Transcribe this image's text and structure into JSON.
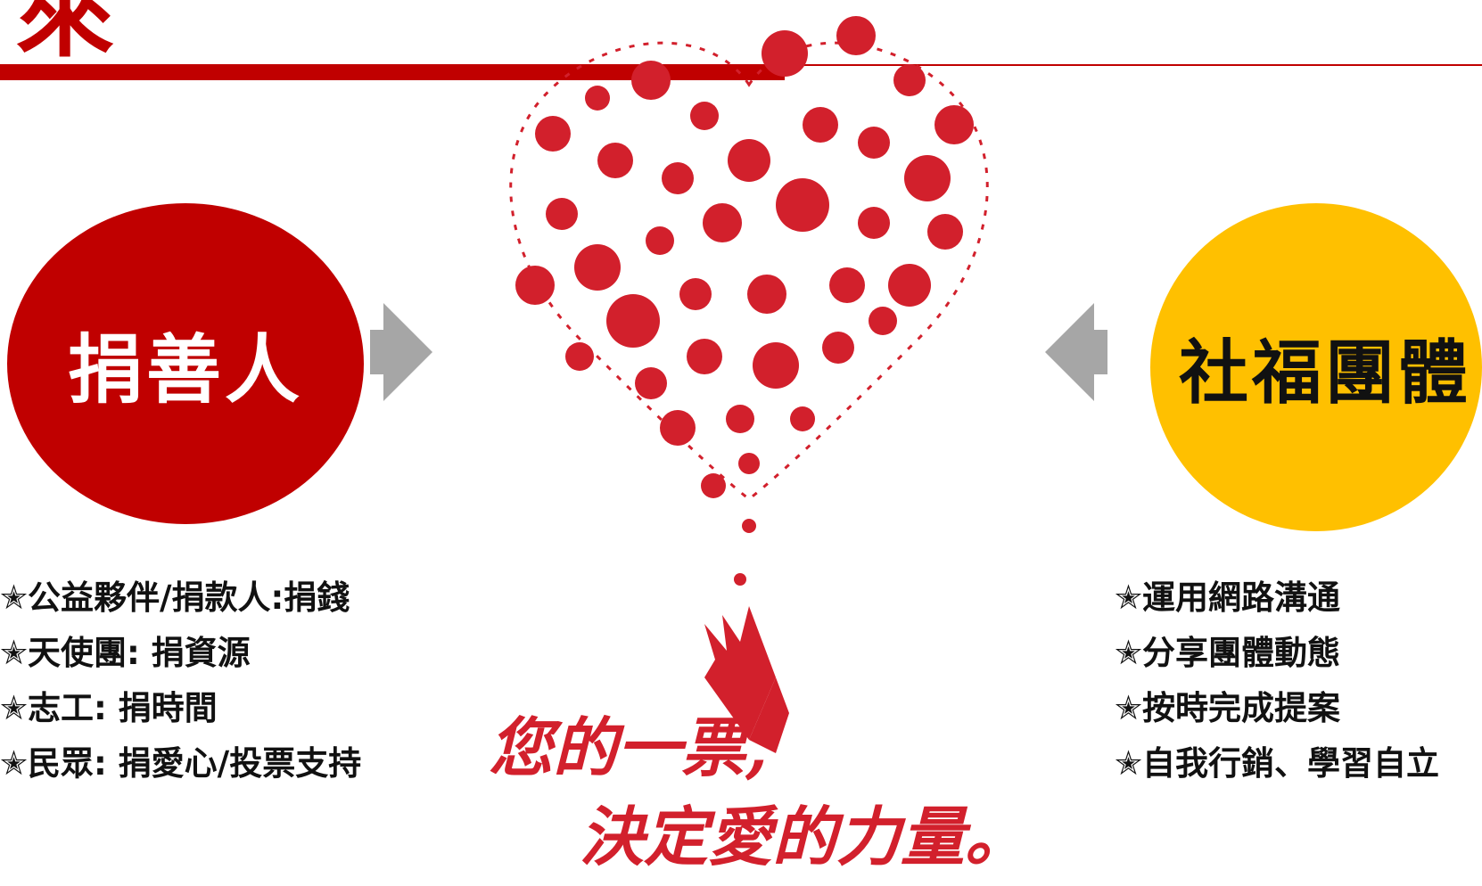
{
  "header": {
    "title_glyph": "來"
  },
  "left_circle": {
    "label": "捐善人"
  },
  "right_circle": {
    "label": "社福團體"
  },
  "left_list": [
    "✭公益夥伴/捐款人:捐錢",
    "✭天使團: 捐資源",
    "✭志工: 捐時間",
    "✭民眾: 捐愛心/投票支持"
  ],
  "right_list": [
    "✭運用網路溝通",
    "✭分享團體動態",
    "✭按時完成提案",
    "✭自我行銷、學習自立"
  ],
  "slogan": {
    "line1": "您的一票,",
    "line2": "決定愛的力量。"
  },
  "colors": {
    "accent_red": "#c00000",
    "accent_yellow": "#ffc000",
    "arrow_gray": "#a6a6a6",
    "heart_red": "#d2202c"
  }
}
